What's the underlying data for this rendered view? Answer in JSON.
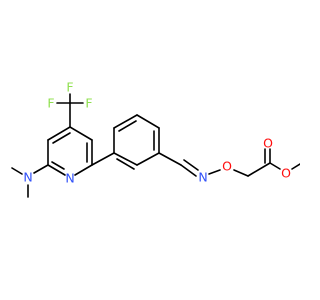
{
  "molecule": {
    "atoms": {
      "F_top": "F",
      "F_left": "F",
      "F_right": "F",
      "C_cf3": "",
      "N_dimethyl": "N",
      "N_pyridine": "N",
      "N_oxime": "N",
      "O_ether": "O",
      "O_carbonyl": "O",
      "O_ester": "O"
    },
    "colors": {
      "N": "#3050F8",
      "O": "#FF0D0D",
      "F": "#90E050",
      "bond": "#000000"
    }
  }
}
